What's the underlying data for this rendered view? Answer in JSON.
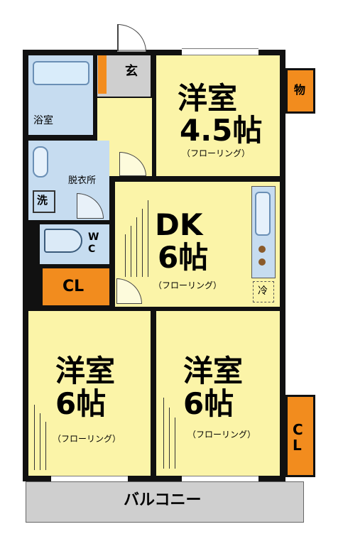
{
  "rooms": {
    "bath": {
      "label": "浴室"
    },
    "entrance": {
      "label": "玄"
    },
    "western_1": {
      "label": "洋室",
      "size": "4.5帖",
      "floor": "（フローリング）"
    },
    "storage": {
      "label": "物"
    },
    "dressing": {
      "label": "脱衣所"
    },
    "washer": {
      "label": "洗"
    },
    "wc": {
      "label": "WC"
    },
    "dk": {
      "label": "DK",
      "size": "6帖",
      "floor": "（フローリング）"
    },
    "fridge": {
      "label": "冷"
    },
    "closet_1": {
      "label": "CL"
    },
    "western_2": {
      "label": "洋室",
      "size": "6帖",
      "floor": "（フローリング）"
    },
    "western_3": {
      "label": "洋室",
      "size": "6帖",
      "floor": "（フローリング）"
    },
    "closet_2": {
      "label": "CL"
    },
    "balcony": {
      "label": "バルコニー"
    }
  },
  "colors": {
    "room": "#fbf4a8",
    "wet_area": "#c6dcf0",
    "storage": "#f28c1e",
    "wall": "#111111",
    "balcony": "#cfcfcf"
  }
}
